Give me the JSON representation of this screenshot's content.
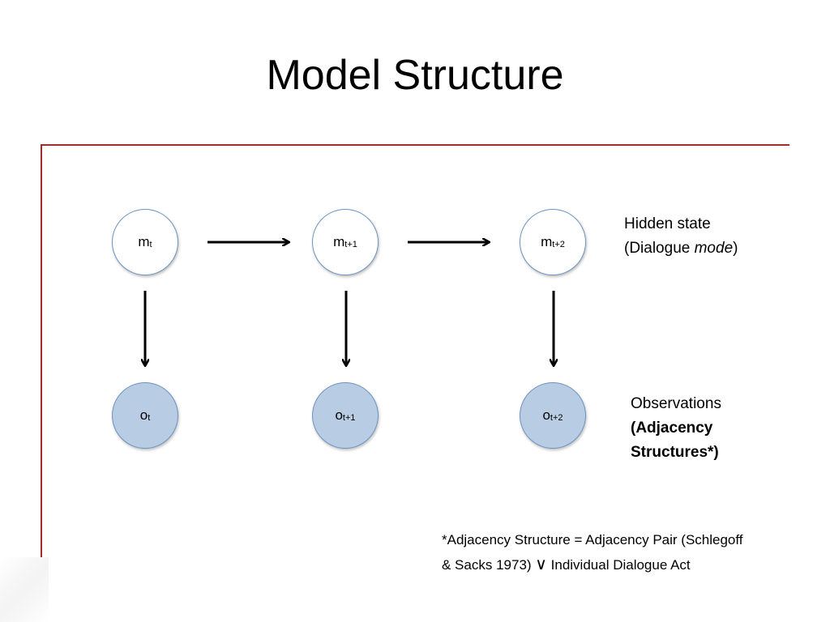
{
  "title": "Model Structure",
  "nodes": {
    "m0": {
      "base": "m",
      "sub": "t"
    },
    "m1": {
      "base": "m",
      "sub": "t+1"
    },
    "m2": {
      "base": "m",
      "sub": "t+2"
    },
    "o0": {
      "base": "o",
      "sub": "t"
    },
    "o1": {
      "base": "o",
      "sub": "t+1"
    },
    "o2": {
      "base": "o",
      "sub": "t+2"
    }
  },
  "labels": {
    "hidden_line1": "Hidden state",
    "hidden_line2_prefix": "(Dialogue ",
    "hidden_line2_italic": "mode",
    "hidden_line2_suffix": ")",
    "obs_line1": "Observations",
    "obs_line2": "(Adjacency",
    "obs_line3": "Structures*)"
  },
  "footnote": {
    "line1": "*Adjacency Structure = Adjacency Pair (Schlegoff",
    "line2_prefix": "& Sacks 1973) ",
    "or_symbol": "∨",
    "line2_suffix": " Individual Dialogue Act"
  },
  "colors": {
    "frame": "#a52a2a",
    "node_border": "#6f93c2",
    "observation_fill": "#b8cce4",
    "arrow": "#000000"
  }
}
